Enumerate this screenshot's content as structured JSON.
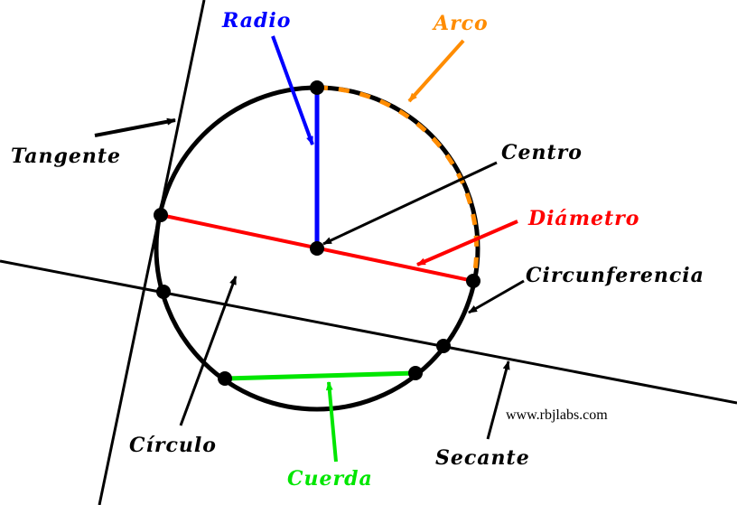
{
  "labels": {
    "radio": "Radio",
    "arco": "Arco",
    "tangente": "Tangente",
    "centro": "Centro",
    "diametro": "Diámetro",
    "circunferencia": "Circunferencia",
    "circulo": "Círculo",
    "cuerda": "Cuerda",
    "secante": "Secante"
  },
  "credit": "www.rbjlabs.com",
  "colors": {
    "outline": "#000000",
    "radio": "#0000ff",
    "arco": "#ff8c00",
    "diametro": "#ff0000",
    "cuerda": "#00e600"
  }
}
